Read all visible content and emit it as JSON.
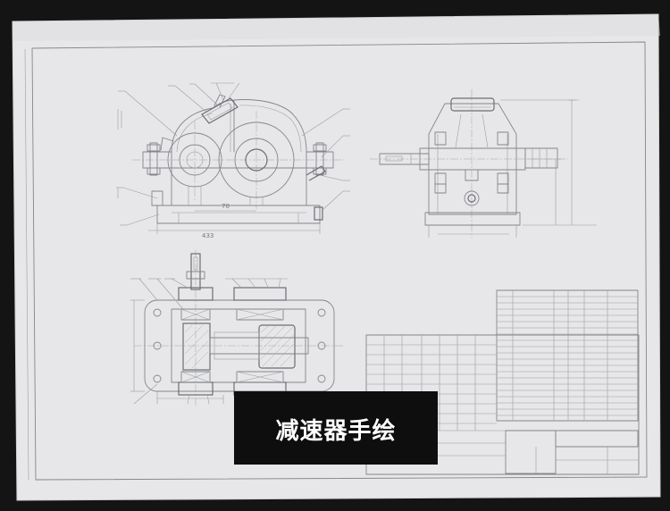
{
  "label": {
    "title": "减速器手绘"
  },
  "dimensions": {
    "front_center_distance": "70",
    "front_overall_length": "433"
  },
  "colors": {
    "background": "#141414",
    "paper": "#e7e7e9",
    "ink": "#84868b",
    "label_background": "#0e0e0e",
    "label_text": "#ffffff"
  }
}
